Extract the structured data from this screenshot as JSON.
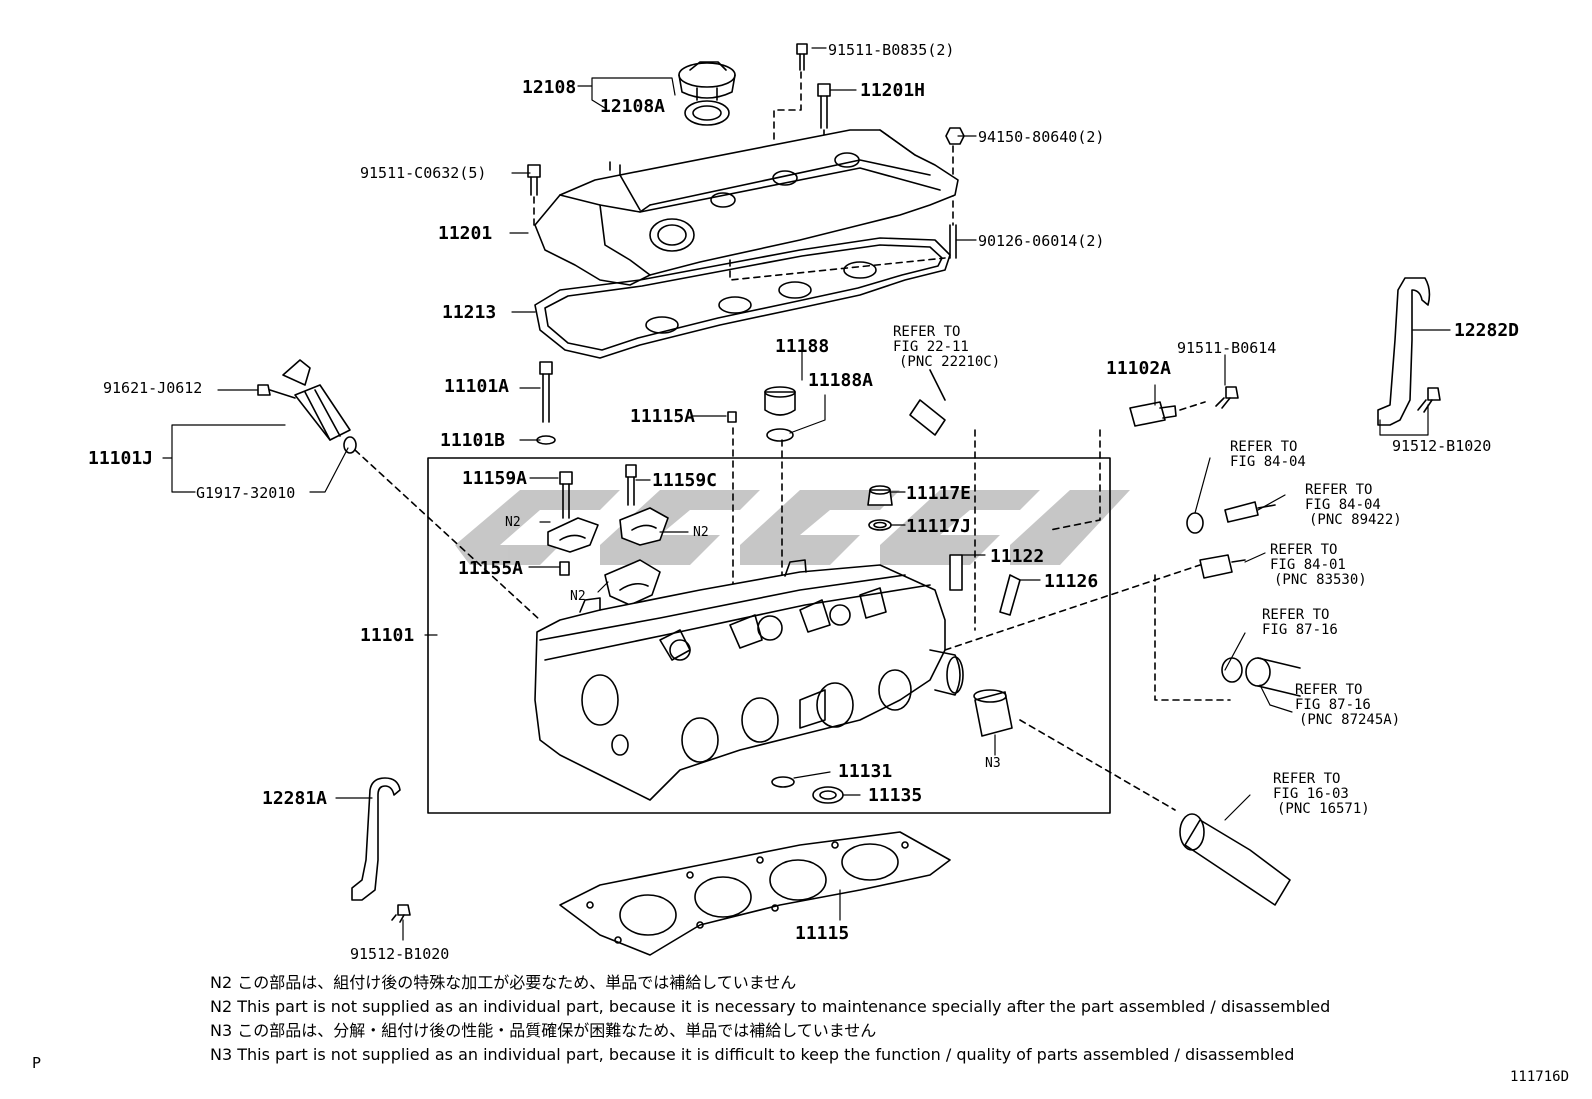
{
  "labels": {
    "p12108": "12108",
    "p12108a": "12108A",
    "p91511b0835": "91511-B0835(2)",
    "p11201h": "11201H",
    "p94150": "94150-80640(2)",
    "p91511c0632": "91511-C0632(5)",
    "p11201": "11201",
    "p90126": "90126-06014(2)",
    "p11213": "11213",
    "p12282d": "12282D",
    "p11188": "11188",
    "p11188a": "11188A",
    "p91511b0614": "91511-B0614",
    "p11102a": "11102A",
    "p91621": "91621-J0612",
    "p11101a": "11101A",
    "p91512b1020a": "91512-B1020",
    "p11115a": "11115A",
    "p11101b": "11101B",
    "p11101j": "11101J",
    "pg1917": "G1917-32010",
    "p11159a": "11159A",
    "p11159c": "11159C",
    "p11117e": "11117E",
    "p11117j": "11117J",
    "n2a": "N2",
    "n2b": "N2",
    "n2c": "N2",
    "p11155a": "11155A",
    "p11122": "11122",
    "p11126": "11126",
    "p11101": "11101",
    "n3": "N3",
    "p11131": "11131",
    "p11135": "11135",
    "p12281a": "12281A",
    "p11115": "11115",
    "p91512b1020b": "91512-B1020"
  },
  "refs": {
    "r1": [
      "REFER TO",
      "FIG 22-11",
      "(PNC 22210C)"
    ],
    "r2": [
      "REFER TO",
      "FIG 84-04"
    ],
    "r3": [
      "REFER TO",
      "FIG 84-04",
      "(PNC 89422)"
    ],
    "r4": [
      "REFER TO",
      "FIG 84-01",
      "(PNC 83530)"
    ],
    "r5": [
      "REFER TO",
      "FIG 87-16"
    ],
    "r6": [
      "REFER TO",
      "FIG 87-16",
      "(PNC 87245A)"
    ],
    "r7": [
      "REFER TO",
      "FIG 16-03",
      "(PNC 16571)"
    ]
  },
  "notes": [
    "N2 この部品は、組付け後の特殊な加工が必要なため、単品では補給していません",
    "N2 This part is not supplied as an individual part, because it is necessary to maintenance specially after the part assembled / disassembled",
    "N3 この部品は、分解・組付け後の性能・品質確保が困難なため、単品では補給していません",
    "N3 This part is not supplied as an individual part, because it is difficult to keep the function / quality of parts  assembled / disassembled"
  ],
  "corner_left": "P",
  "diagram_id": "111716D",
  "watermark_color": "#bdbdbd"
}
